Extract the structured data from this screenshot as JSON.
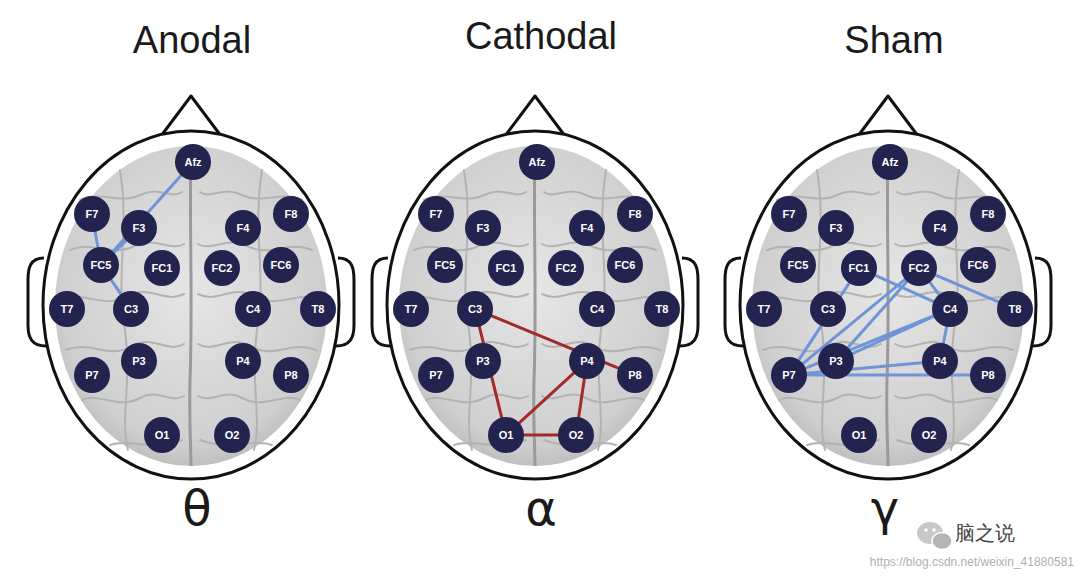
{
  "diagram": {
    "nodes": [
      {
        "text": [
          "Afz"
        ]
      },
      {
        "text": [
          "F7"
        ]
      },
      {
        "text": [
          "F3"
        ]
      },
      {
        "text": [
          "F4"
        ]
      },
      {
        "text": [
          "F8"
        ]
      },
      {
        "text": [
          "FC5"
        ]
      },
      {
        "text": [
          "FC1"
        ]
      },
      {
        "text": [
          "FC2"
        ]
      },
      {
        "text": [
          "FC6"
        ]
      },
      {
        "text": [
          "T7"
        ]
      },
      {
        "text": [
          "C3"
        ]
      },
      {
        "text": [
          "C4"
        ]
      },
      {
        "text": [
          "T8"
        ]
      },
      {
        "text": [
          "P7"
        ]
      },
      {
        "text": [
          "P3"
        ]
      },
      {
        "text": [
          "P4"
        ]
      },
      {
        "text": [
          "P8"
        ]
      },
      {
        "text": [
          "O1"
        ]
      },
      {
        "text": [
          "O2"
        ]
      },
      {
        "text": [
          "Afz"
        ]
      },
      {
        "text": [
          "F7"
        ]
      },
      {
        "text": [
          "F3"
        ]
      },
      {
        "text": [
          "F4"
        ]
      },
      {
        "text": [
          "F8"
        ]
      },
      {
        "text": [
          "FC5"
        ]
      },
      {
        "text": [
          "FC1"
        ]
      },
      {
        "text": [
          "FC2"
        ]
      },
      {
        "text": [
          "FC6"
        ]
      },
      {
        "text": [
          "T7"
        ]
      },
      {
        "text": [
          "C3"
        ]
      },
      {
        "text": [
          "C4"
        ]
      },
      {
        "text": [
          "T8"
        ]
      },
      {
        "text": [
          "P7"
        ]
      },
      {
        "text": [
          "P3"
        ]
      },
      {
        "text": [
          "P4"
        ]
      },
      {
        "text": [
          "P8"
        ]
      },
      {
        "text": [
          "O1"
        ]
      },
      {
        "text": [
          "O2"
        ]
      },
      {
        "text": [
          "Afz"
        ]
      },
      {
        "text": [
          "F7"
        ]
      },
      {
        "text": [
          "F3"
        ]
      },
      {
        "text": [
          "F4"
        ]
      },
      {
        "text": [
          "F8"
        ]
      },
      {
        "text": [
          "FC5"
        ]
      },
      {
        "text": [
          "FC1"
        ]
      },
      {
        "text": [
          "FC2"
        ]
      },
      {
        "text": [
          "FC6"
        ]
      },
      {
        "text": [
          "T7"
        ]
      },
      {
        "text": [
          "C3"
        ]
      },
      {
        "text": [
          "C4"
        ]
      },
      {
        "text": [
          "T8"
        ]
      },
      {
        "text": [
          "P7"
        ]
      },
      {
        "text": [
          "P3"
        ]
      },
      {
        "text": [
          "P4"
        ]
      },
      {
        "text": [
          "P8"
        ]
      },
      {
        "text": [
          "O1"
        ]
      },
      {
        "text": [
          "O2"
        ]
      }
    ],
    "edges": [
      {
        "from": 0,
        "to": 5,
        "arrow": "none"
      },
      {
        "from": 1,
        "to": 5,
        "arrow": "none"
      },
      {
        "from": 2,
        "to": 5,
        "arrow": "none"
      },
      {
        "from": 5,
        "to": 10,
        "arrow": "none"
      },
      {
        "from": 29,
        "to": 36,
        "arrow": "none"
      },
      {
        "from": 29,
        "to": 35,
        "arrow": "none"
      },
      {
        "from": 34,
        "to": 36,
        "arrow": "none"
      },
      {
        "from": 34,
        "to": 37,
        "arrow": "none"
      },
      {
        "from": 36,
        "to": 37,
        "arrow": "none"
      },
      {
        "from": 51,
        "to": 44,
        "arrow": "none"
      },
      {
        "from": 51,
        "to": 45,
        "arrow": "none"
      },
      {
        "from": 51,
        "to": 49,
        "arrow": "none"
      },
      {
        "from": 51,
        "to": 53,
        "arrow": "none"
      },
      {
        "from": 51,
        "to": 54,
        "arrow": "none"
      },
      {
        "from": 52,
        "to": 49,
        "arrow": "none"
      },
      {
        "from": 52,
        "to": 45,
        "arrow": "none"
      },
      {
        "from": 45,
        "to": 49,
        "arrow": "none"
      },
      {
        "from": 45,
        "to": 50,
        "arrow": "none"
      },
      {
        "from": 49,
        "to": 53,
        "arrow": "none"
      },
      {
        "from": 44,
        "to": 49,
        "arrow": "none"
      }
    ],
    "labels": [
      "Anodal",
      "Cathodal",
      "Sham",
      "θ",
      "α",
      "γ",
      "脑之说",
      "https://blog.csdn.net/weixin_41880581"
    ]
  }
}
